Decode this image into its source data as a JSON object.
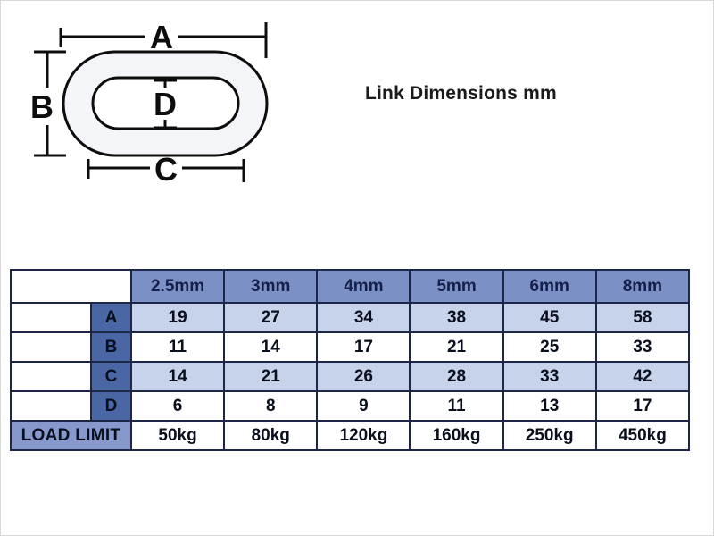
{
  "title": "Link Dimensions mm",
  "diagram": {
    "labels": {
      "a": "A",
      "b": "B",
      "c": "C",
      "d": "D"
    }
  },
  "table": {
    "columns": [
      "2.5mm",
      "3mm",
      "4mm",
      "5mm",
      "6mm",
      "8mm"
    ],
    "rows": [
      {
        "label": "A",
        "values": [
          "19",
          "27",
          "34",
          "38",
          "45",
          "58"
        ]
      },
      {
        "label": "B",
        "values": [
          "11",
          "14",
          "17",
          "21",
          "25",
          "33"
        ]
      },
      {
        "label": "C",
        "values": [
          "14",
          "21",
          "26",
          "28",
          "33",
          "42"
        ]
      },
      {
        "label": "D",
        "values": [
          "6",
          "8",
          "9",
          "11",
          "13",
          "17"
        ]
      }
    ],
    "load_limit": {
      "label": "LOAD LIMIT",
      "values": [
        "50kg",
        "80kg",
        "120kg",
        "160kg",
        "250kg",
        "450kg"
      ]
    }
  },
  "colors": {
    "header_bg": "#7b90c5",
    "header_text": "#15204a",
    "row_label_bg": "#4a66a4",
    "row_label_text": "#ffffff",
    "load_limit_bg": "#8799cc",
    "alt_cell_bg": "#c6d3eb",
    "border": "#1d2647"
  }
}
